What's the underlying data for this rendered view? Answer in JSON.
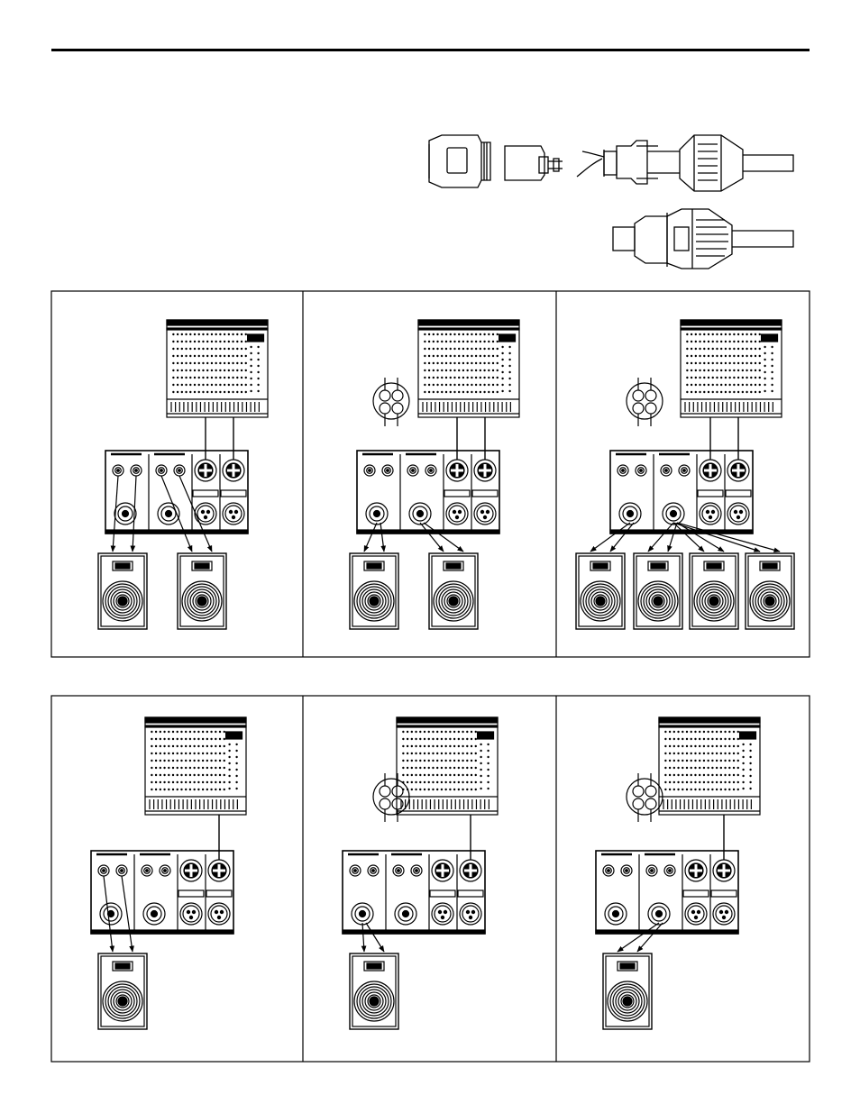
{
  "page": {
    "title": "",
    "background": "#ffffff",
    "ink": "#000000"
  },
  "connectors": [
    {
      "name": "speakon-plug-disassembled",
      "icon": "speakon-connector-parts-icon"
    },
    {
      "name": "speakon-plug-assembled",
      "icon": "speakon-connector-icon"
    }
  ],
  "panel_groups": [
    {
      "name": "stereo-configurations",
      "cells": [
        {
          "name": "two-speakers-direct",
          "speakon_pinout": false,
          "speakers": 2,
          "mixer_outputs": 2
        },
        {
          "name": "two-speakers-speakon",
          "speakon_pinout": true,
          "speakers": 2,
          "mixer_outputs": 2
        },
        {
          "name": "four-speakers-speakon",
          "speakon_pinout": true,
          "speakers": 4,
          "mixer_outputs": 2
        }
      ]
    },
    {
      "name": "mono-bridge-configurations",
      "cells": [
        {
          "name": "one-speaker-direct",
          "speakon_pinout": false,
          "speakers": 1,
          "mixer_outputs": 1
        },
        {
          "name": "one-speaker-speakon",
          "speakon_pinout": true,
          "speakers": 1,
          "mixer_outputs": 1
        },
        {
          "name": "one-speaker-speakon-bridge",
          "speakon_pinout": true,
          "speakers": 1,
          "mixer_outputs": 1
        }
      ]
    }
  ]
}
